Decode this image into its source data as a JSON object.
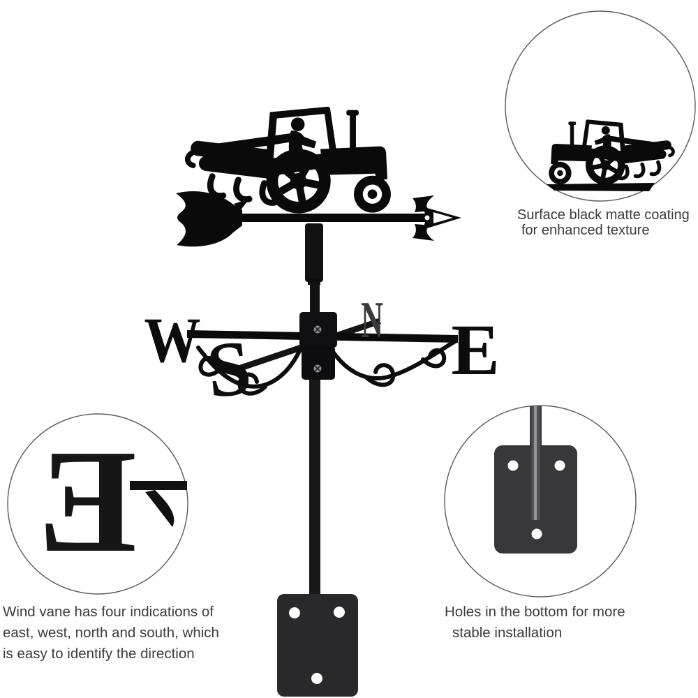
{
  "product": {
    "subject": "tractor weathervane product illustration",
    "colors": {
      "silhouette_black": "#0a0a0a",
      "rod_dark": "#18181a",
      "plate_front": "#29292c",
      "plate_rear": "#38383b",
      "rod_gray": "#505055",
      "rod_highlight": "#93939a",
      "note_text": "#3c3c3c",
      "circle_border": "#5a5a5a",
      "background": "#ffffff"
    }
  },
  "compass": {
    "west": "W",
    "north": "N",
    "east": "E",
    "south": "S"
  },
  "callouts": {
    "coating": {
      "line1": "Surface black matte coating",
      "line2": "for enhanced texture"
    },
    "directions": {
      "line1": "Wind vane has four indications of",
      "line2": "east, west, north and south, which",
      "line3": "is easy to identify the direction",
      "detail_letter": "E"
    },
    "installation": {
      "line1": "Holes in the bottom for more",
      "line2": "stable installation"
    }
  }
}
